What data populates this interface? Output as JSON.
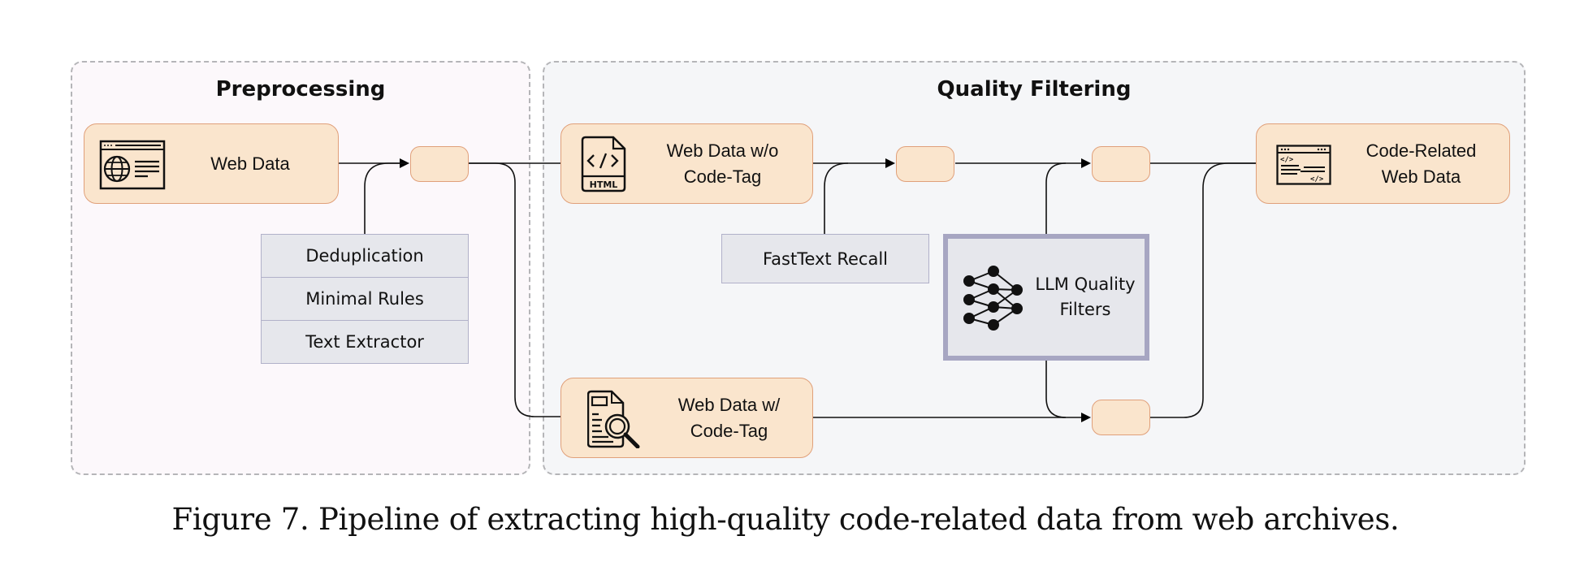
{
  "panels": {
    "preprocessing": {
      "title": "Preprocessing"
    },
    "quality_filtering": {
      "title": "Quality Filtering"
    }
  },
  "nodes": {
    "web_data": {
      "label": "Web Data",
      "icon": "globe-webpage-icon"
    },
    "web_data_wo_code_tag": {
      "label": "Web Data w/o\nCode-Tag",
      "icon": "html-file-icon"
    },
    "web_data_w_code_tag": {
      "label": "Web Data w/\nCode-Tag",
      "icon": "document-search-icon"
    },
    "code_related_web_data": {
      "label": "Code-Related\nWeb Data",
      "icon": "code-webpage-icon"
    }
  },
  "preprocessing_steps": [
    "Deduplication",
    "Minimal Rules",
    "Text Extractor"
  ],
  "fasttext": {
    "label": "FastText Recall"
  },
  "llm_filters": {
    "label": "LLM Quality\nFilters",
    "icon": "neural-network-icon"
  },
  "caption": "Figure 7. Pipeline of extracting high-quality code-related data from web archives.",
  "colors": {
    "node_fill": "#fae5cd",
    "node_border": "#e0a07a",
    "step_fill": "#e6e7ec",
    "step_border": "#b1b1c9",
    "llm_border": "#a7a6c2",
    "preprocessing_bg": "#fcf8fb",
    "quality_bg": "#f5f6f8"
  }
}
